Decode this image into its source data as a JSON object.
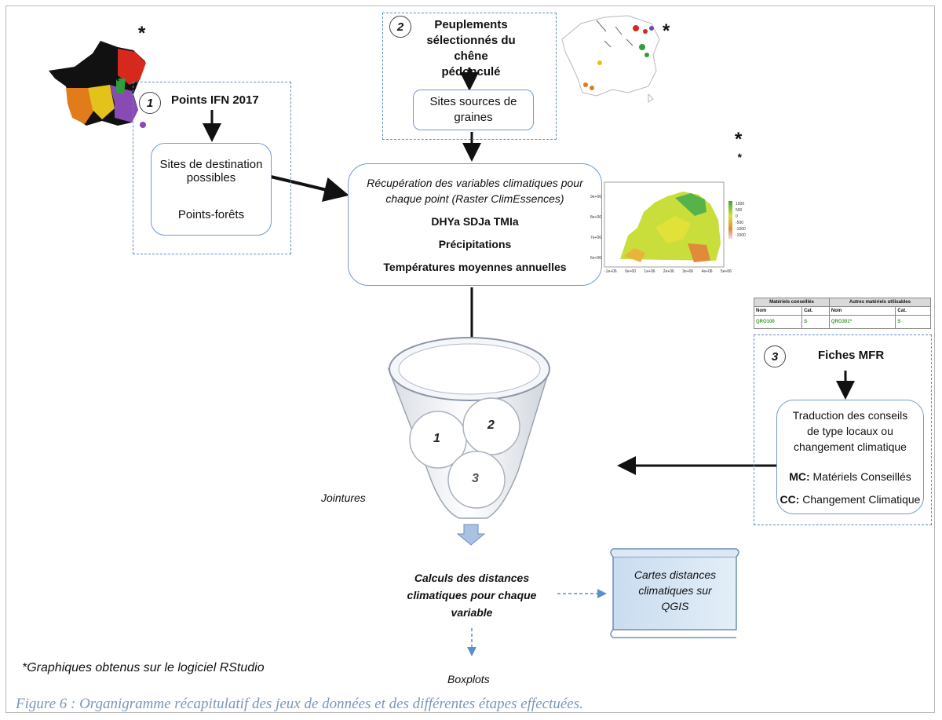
{
  "caption": "Figure 6 : Organigramme récapitulatif des jeux de données et des différentes étapes effectuées.",
  "footnote": "*Graphiques obtenus sur le logiciel RStudio",
  "asterisk": "*",
  "block1": {
    "number": "1",
    "title": "Points IFN 2017",
    "box_line1": "Sites de destination",
    "box_line2": "possibles",
    "box_line3": "Points-forêts"
  },
  "block2": {
    "number": "2",
    "title_line1": "Peuplements",
    "title_line2": "sélectionnés du chêne",
    "title_line3": "pédonculé",
    "box_line1": "Sites sources de",
    "box_line2": "graines"
  },
  "center_box": {
    "italic_line1": "Récupération des variables climatiques pour",
    "italic_line2": "chaque point (Raster ClimEssences)",
    "line3": "DHYa SDJa TMIa",
    "line4": "Précipitations",
    "line5": "Températures moyennes annuelles"
  },
  "europe_map": {
    "y_ticks": [
      "9e+06",
      "8e+06",
      "7e+06",
      "6e+06"
    ],
    "x_ticks": [
      "-1e+06",
      "0e+00",
      "1e+06",
      "2e+06",
      "3e+06",
      "4e+06",
      "5e+06"
    ],
    "legend": [
      "1000",
      "500",
      "0",
      "-500",
      "-1000",
      "-1500"
    ],
    "colors": {
      "high": "#3aa63a",
      "mid": "#d9e23a",
      "low": "#e08a3a"
    }
  },
  "mfr_table": {
    "header_left": "Matériels conseillés",
    "header_right": "Autres matériels utilisables",
    "col_nom": "Nom",
    "col_cat": "Cat.",
    "row_left_nom": "QRO100",
    "row_left_cat": "S",
    "row_right_nom": "QRO301*",
    "row_right_cat": "S"
  },
  "block3": {
    "number": "3",
    "title": "Fiches MFR",
    "box_line1": "Traduction des conseils",
    "box_line2": "de type locaux ou",
    "box_line3": "changement climatique",
    "mc_label": "MC:",
    "mc_text": " Matériels Conseillés",
    "cc_label": "CC:",
    "cc_text": " Changement Climatique"
  },
  "funnel": {
    "c1": "1",
    "c2": "2",
    "c3": "3",
    "label": "Jointures"
  },
  "calc": {
    "line1": "Calculs des distances",
    "line2": "climatiques pour chaque",
    "line3": "variable"
  },
  "scroll": {
    "line1": "Cartes distances",
    "line2": "climatiques sur",
    "line3": "QGIS"
  },
  "boxplots": "Boxplots"
}
